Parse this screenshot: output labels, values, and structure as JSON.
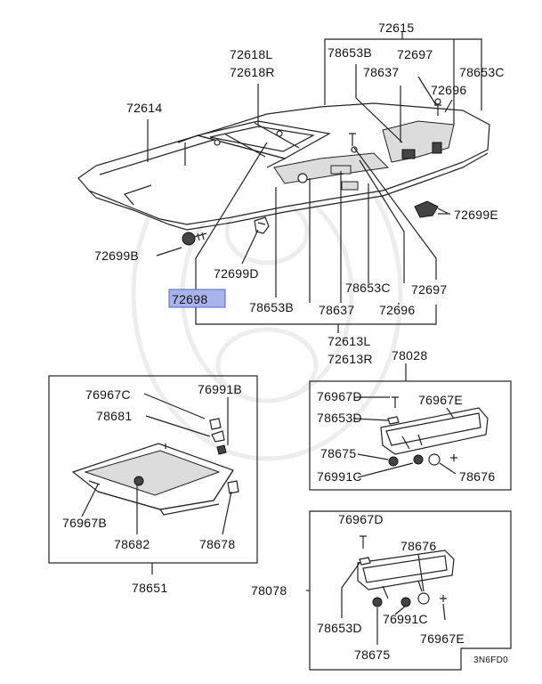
{
  "labels": {
    "p72615": "72615",
    "p78653B_top": "78653B",
    "p72697_top": "72697",
    "p78637_top": "78637",
    "p72696_top": "72696",
    "p78653C_top": "78653C",
    "p72618L": "72618L",
    "p72618R": "72618R",
    "p72614": "72614",
    "p72699E": "72699E",
    "p72699B": "72699B",
    "p72699D": "72699D",
    "p72698": "72698",
    "p78653B_mid": "78653B",
    "p78637_mid": "78637",
    "p78653C_mid": "78653C",
    "p72697_mid": "72697",
    "p72696_mid": "72696",
    "p72613L": "72613L",
    "p72613R": "72613R",
    "p78028": "78028",
    "p76967C": "76967C",
    "p76991B": "76991B",
    "p78681": "78681",
    "p76967B": "76967B",
    "p78682": "78682",
    "p78678": "78678",
    "p78651": "78651",
    "p76967D_r1": "76967D",
    "p76967E_r1": "76967E",
    "p78653D_r1": "78653D",
    "p78675_r1": "78675",
    "p76991C_r1": "76991C",
    "p78676_r1": "78676",
    "p76967D_r2": "76967D",
    "p78676_r2": "78676",
    "p78078": "78078",
    "p78653D_r2": "78653D",
    "p76991C_r2": "76991C",
    "p76967E_r2": "76967E",
    "p78675_r2": "78675",
    "code": "3N6FD0"
  },
  "highlight_color": "#a9b3ec"
}
